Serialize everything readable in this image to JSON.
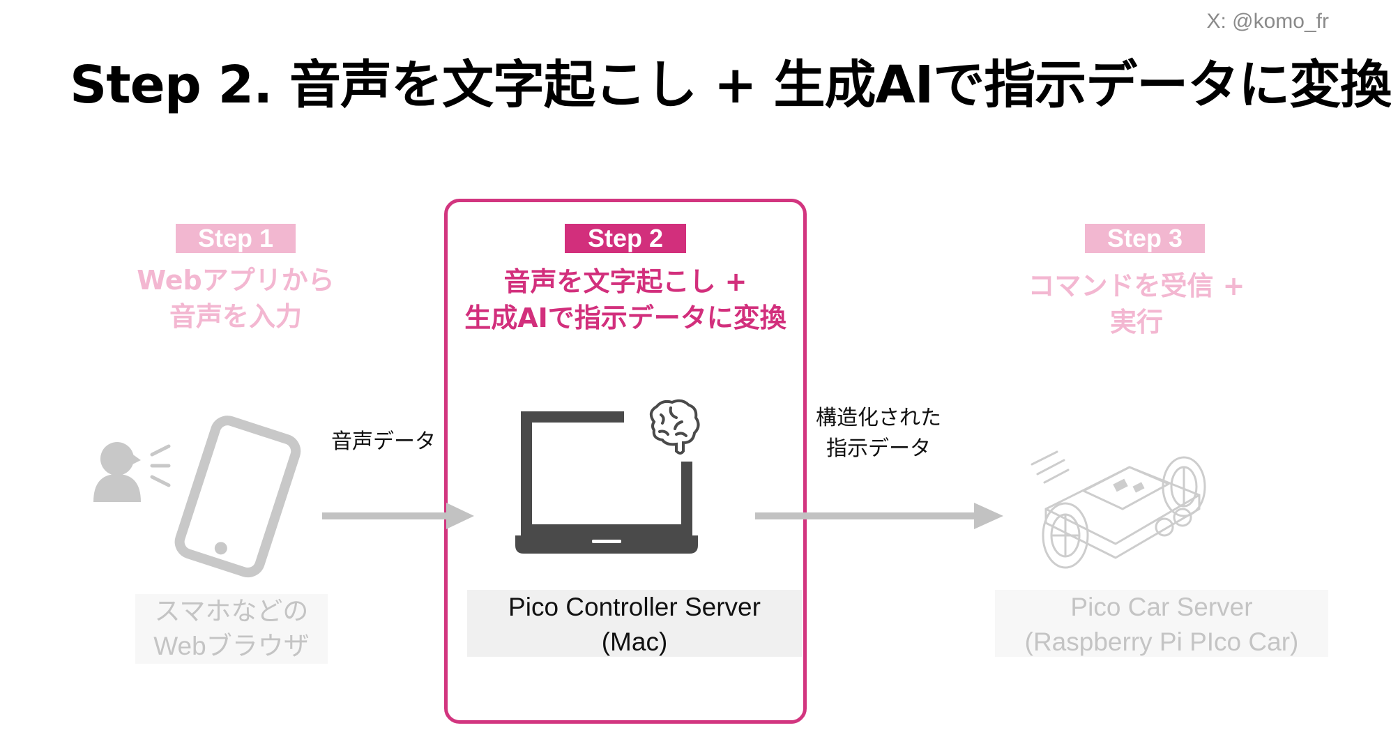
{
  "header": {
    "handle": "X: @komo_fr",
    "title": "Step 2. 音声を文字起こし + 生成AIで指示データに変換"
  },
  "steps": [
    {
      "badge": "Step 1",
      "title_lines": [
        "Webアプリから",
        "音声を入力"
      ],
      "device_label_lines": [
        "スマホなどの",
        "Webブラウザ"
      ],
      "icon": "phone-speaking-icon"
    },
    {
      "badge": "Step 2",
      "title_lines": [
        "音声を文字起こし +",
        "生成AIで指示データに変換"
      ],
      "device_label_lines": [
        "Pico Controller Server",
        "(Mac)"
      ],
      "icon": "laptop-brain-icon"
    },
    {
      "badge": "Step 3",
      "title_lines": [
        "コマンドを受信 +",
        "実行"
      ],
      "device_label_lines": [
        "Pico Car Server",
        "(Raspberry Pi PIco Car)"
      ],
      "icon": "robot-car-icon"
    }
  ],
  "flows": [
    {
      "label_lines": [
        "音声データ"
      ]
    },
    {
      "label_lines": [
        "構造化された",
        "指示データ"
      ]
    }
  ],
  "colors": {
    "accent": "#d22f7c",
    "faded_accent": "#f2b7d0",
    "arrow": "#c2c2c2",
    "icon_dark": "#4a4a4a",
    "icon_faded": "#c8c8c8"
  }
}
